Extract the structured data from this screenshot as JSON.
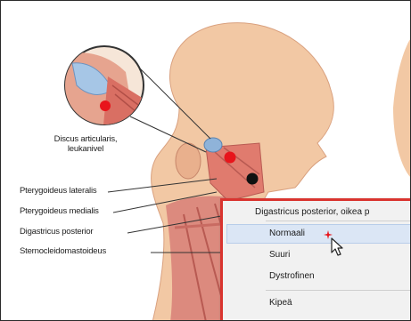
{
  "labels": {
    "disc_line1": "Discus articularis,",
    "disc_line2": "leukanivel",
    "pterygoid_lateral": "Pterygoideus lateralis",
    "pterygoid_medial": "Pterygoideus medialis",
    "digastric": "Digastricus posterior",
    "sternocleido": "Sternocleidomastoideus"
  },
  "context_menu": {
    "title": "Digastricus posterior, oikea p",
    "items": [
      {
        "label": "Normaali",
        "hovered": true
      },
      {
        "label": "Suuri",
        "hovered": false
      },
      {
        "label": "Dystrofinen",
        "hovered": false
      },
      {
        "label": "Kipeä",
        "hovered": false
      }
    ]
  },
  "colors": {
    "menu_border": "#d9342f",
    "marker_red": "#e8141b",
    "marker_black": "#111111",
    "skin": "#f2c8a4",
    "muscle": "#d9837a"
  }
}
